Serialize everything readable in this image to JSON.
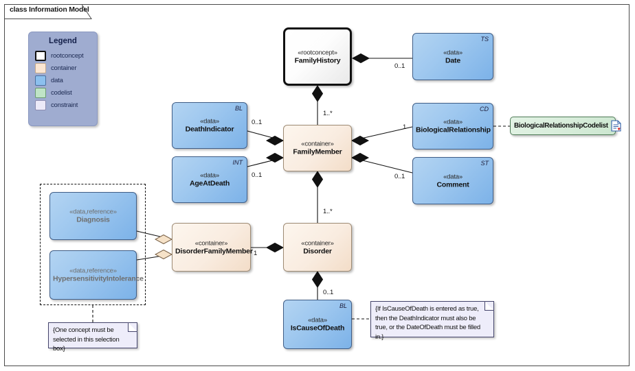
{
  "frame": {
    "title": "class Information Model"
  },
  "legend": {
    "title": "Legend",
    "items": [
      {
        "label": "rootconcept",
        "swatch": "rootconcept-swatch",
        "color": "#ffffff"
      },
      {
        "label": "container",
        "swatch": "container-swatch",
        "color": "#fbe6d2"
      },
      {
        "label": "data",
        "swatch": "data-swatch",
        "color": "#8cc0ee"
      },
      {
        "label": "codelist",
        "swatch": "codelist-swatch",
        "color": "#bfe4c6"
      },
      {
        "label": "constraint",
        "swatch": "constraint-swatch",
        "color": "#eceaf8"
      }
    ]
  },
  "nodes": {
    "family_history": {
      "stereotype": "«rootconcept»",
      "name": "FamilyHistory",
      "corner": ""
    },
    "date": {
      "stereotype": "«data»",
      "name": "Date",
      "corner": "TS"
    },
    "death_indicator": {
      "stereotype": "«data»",
      "name": "DeathIndicator",
      "corner": "BL"
    },
    "age_at_death": {
      "stereotype": "«data»",
      "name": "AgeAtDeath",
      "corner": "INT"
    },
    "family_member": {
      "stereotype": "«container»",
      "name": "FamilyMember",
      "corner": ""
    },
    "biological_relationship": {
      "stereotype": "«data»",
      "name": "BiologicalRelationship",
      "corner": "CD"
    },
    "comment": {
      "stereotype": "«data»",
      "name": "Comment",
      "corner": "ST"
    },
    "codelist": {
      "name": "BiologicalRelationshipCodelist",
      "icon": "document-icon"
    },
    "diagnosis": {
      "stereotype": "«data,reference»",
      "name": "Diagnosis",
      "corner": ""
    },
    "hypersensitivity": {
      "stereotype": "«data,reference»",
      "name": "HypersensitivityIntolerance",
      "corner": ""
    },
    "disorder_family_member": {
      "stereotype": "«container»",
      "name": "DisorderFamilyMember",
      "corner": ""
    },
    "disorder": {
      "stereotype": "«container»",
      "name": "Disorder",
      "corner": ""
    },
    "is_cause_of_death": {
      "stereotype": "«data»",
      "name": "IsCauseOfDeath",
      "corner": "BL"
    }
  },
  "multiplicities": {
    "date": "0..1",
    "family_member_to_history": "1..*",
    "death_indicator": "0..1",
    "age_at_death": "0..1",
    "biological_relationship": "1",
    "comment": "0..1",
    "disorder_to_family_member": "1..*",
    "disorder_family_member": "1",
    "is_cause_of_death": "0..1"
  },
  "notes": {
    "selection": "{One concept must be selected in this selection box}",
    "constraint": "{If IsCauseOfDeath is entered as true, then the DeathIndicator must also be true, or the DateOfDeath must be filled in.}"
  }
}
